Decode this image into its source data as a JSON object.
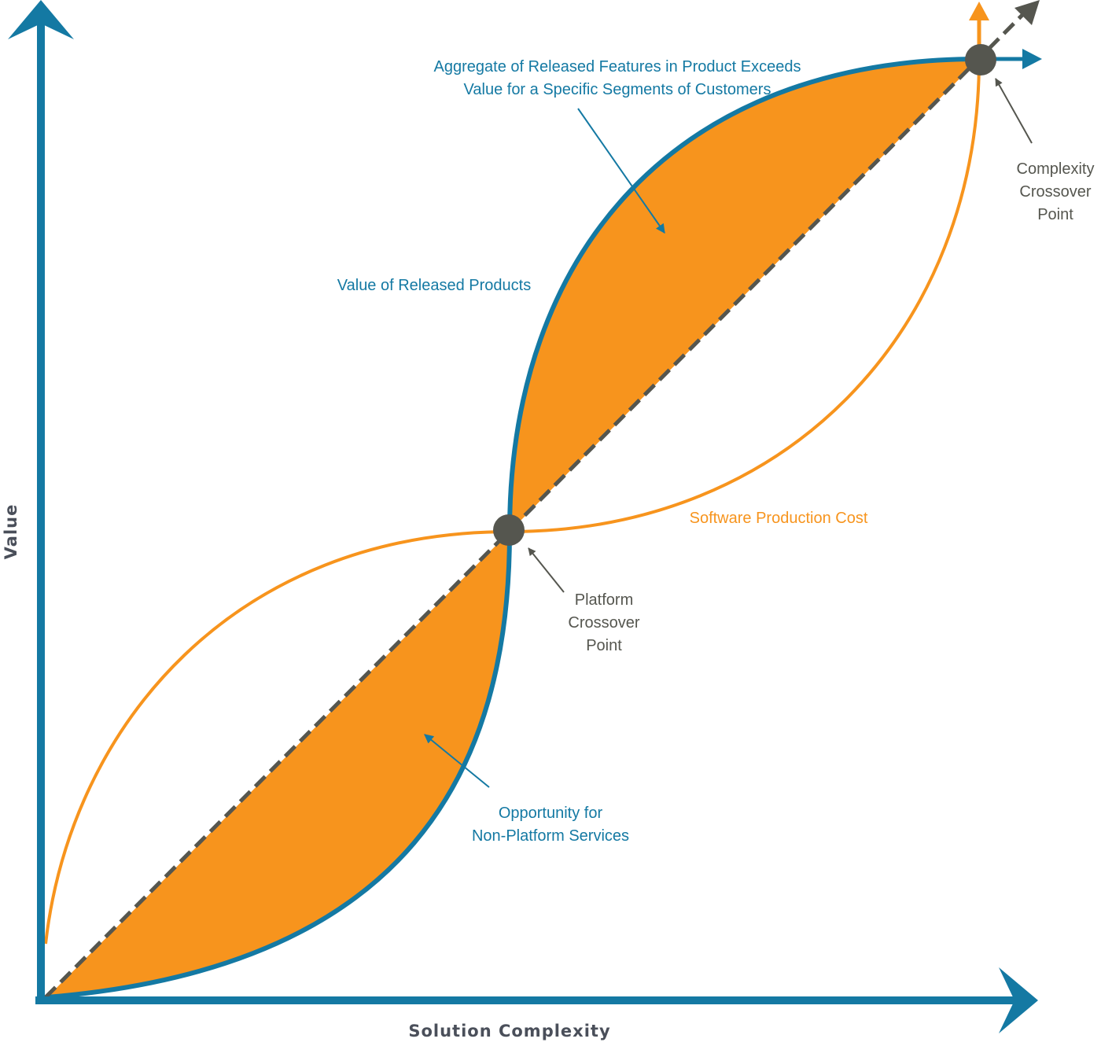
{
  "colors": {
    "blue": "#1479a3",
    "orange": "#f7941d",
    "gray": "#55564f",
    "axis_label": "#4a4f5a"
  },
  "axes": {
    "x_label": "Solution Complexity",
    "y_label": "Value"
  },
  "labels": {
    "aggregate_line1": "Aggregate of Released Features in Product Exceeds",
    "aggregate_line2": "Value for a Specific Segments of Customers",
    "value_curve": "Value of Released Products",
    "cost_curve": "Software Production Cost",
    "platform_line1": "Platform",
    "platform_line2": "Crossover",
    "platform_line3": "Point",
    "complexity_line1": "Complexity",
    "complexity_line2": "Crossover",
    "complexity_line3": "Point",
    "opportunity_line1": "Opportunity for",
    "opportunity_line2": "Non-Platform Services"
  },
  "icons": {
    "platform_point": "circle-marker",
    "complexity_point": "circle-marker"
  }
}
